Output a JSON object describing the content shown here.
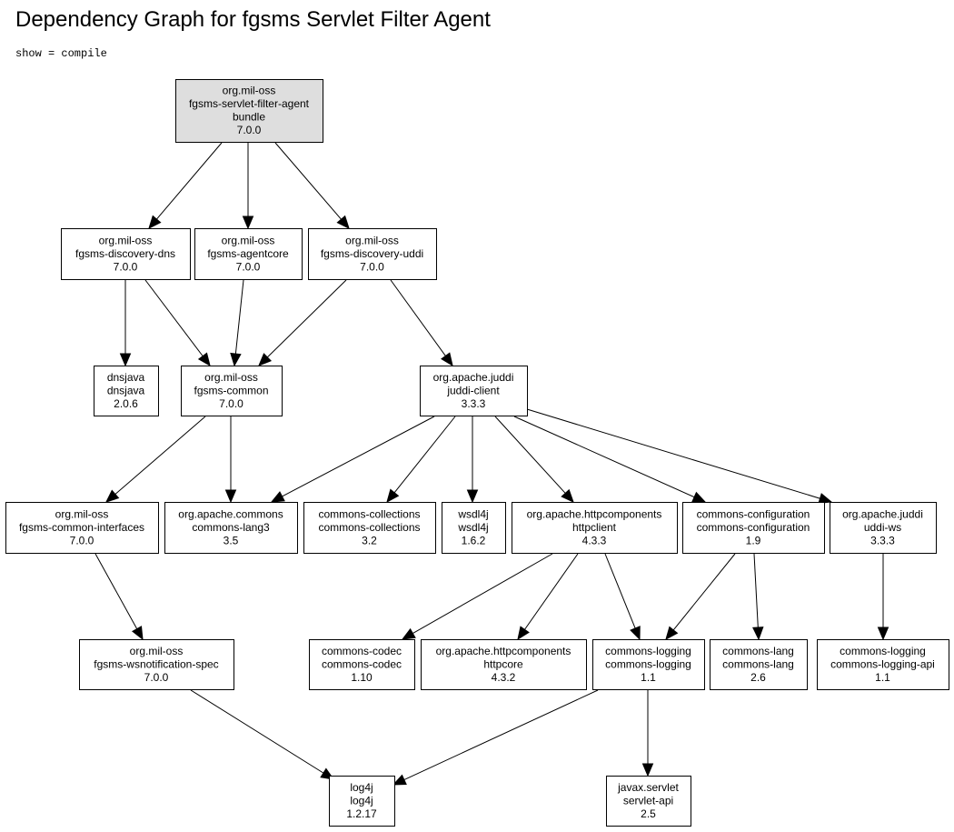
{
  "title": "Dependency Graph for fgsms Servlet Filter Agent",
  "subtitle": "show = compile",
  "nodes": [
    {
      "id": "agent",
      "lines": [
        "org.mil-oss",
        "fgsms-servlet-filter-agent",
        "bundle",
        "7.0.0"
      ],
      "root": true
    },
    {
      "id": "dns",
      "lines": [
        "org.mil-oss",
        "fgsms-discovery-dns",
        "7.0.0"
      ]
    },
    {
      "id": "agentcore",
      "lines": [
        "org.mil-oss",
        "fgsms-agentcore",
        "7.0.0"
      ]
    },
    {
      "id": "uddi",
      "lines": [
        "org.mil-oss",
        "fgsms-discovery-uddi",
        "7.0.0"
      ]
    },
    {
      "id": "dnsjava",
      "lines": [
        "dnsjava",
        "dnsjava",
        "2.0.6"
      ]
    },
    {
      "id": "common",
      "lines": [
        "org.mil-oss",
        "fgsms-common",
        "7.0.0"
      ]
    },
    {
      "id": "juddiclient",
      "lines": [
        "org.apache.juddi",
        "juddi-client",
        "3.3.3"
      ]
    },
    {
      "id": "commoninterfaces",
      "lines": [
        "org.mil-oss",
        "fgsms-common-interfaces",
        "7.0.0"
      ]
    },
    {
      "id": "lang3",
      "lines": [
        "org.apache.commons",
        "commons-lang3",
        "3.5"
      ]
    },
    {
      "id": "collections",
      "lines": [
        "commons-collections",
        "commons-collections",
        "3.2"
      ]
    },
    {
      "id": "wsdl4j",
      "lines": [
        "wsdl4j",
        "wsdl4j",
        "1.6.2"
      ]
    },
    {
      "id": "httpclient",
      "lines": [
        "org.apache.httpcomponents",
        "httpclient",
        "4.3.3"
      ]
    },
    {
      "id": "configuration",
      "lines": [
        "commons-configuration",
        "commons-configuration",
        "1.9"
      ]
    },
    {
      "id": "uddiws",
      "lines": [
        "org.apache.juddi",
        "uddi-ws",
        "3.3.3"
      ]
    },
    {
      "id": "wsnotif",
      "lines": [
        "org.mil-oss",
        "fgsms-wsnotification-spec",
        "7.0.0"
      ]
    },
    {
      "id": "codec",
      "lines": [
        "commons-codec",
        "commons-codec",
        "1.10"
      ]
    },
    {
      "id": "httpcore",
      "lines": [
        "org.apache.httpcomponents",
        "httpcore",
        "4.3.2"
      ]
    },
    {
      "id": "logging",
      "lines": [
        "commons-logging",
        "commons-logging",
        "1.1"
      ]
    },
    {
      "id": "lang",
      "lines": [
        "commons-lang",
        "commons-lang",
        "2.6"
      ]
    },
    {
      "id": "loggingapi",
      "lines": [
        "commons-logging",
        "commons-logging-api",
        "1.1"
      ]
    },
    {
      "id": "log4j",
      "lines": [
        "log4j",
        "log4j",
        "1.2.17"
      ]
    },
    {
      "id": "servletapi",
      "lines": [
        "javax.servlet",
        "servlet-api",
        "2.5"
      ]
    }
  ],
  "edges": [
    {
      "from": "agent",
      "to": "dns"
    },
    {
      "from": "agent",
      "to": "agentcore"
    },
    {
      "from": "agent",
      "to": "uddi"
    },
    {
      "from": "dns",
      "to": "dnsjava"
    },
    {
      "from": "dns",
      "to": "common"
    },
    {
      "from": "agentcore",
      "to": "common"
    },
    {
      "from": "uddi",
      "to": "common"
    },
    {
      "from": "uddi",
      "to": "juddiclient"
    },
    {
      "from": "common",
      "to": "commoninterfaces"
    },
    {
      "from": "common",
      "to": "lang3"
    },
    {
      "from": "juddiclient",
      "to": "lang3"
    },
    {
      "from": "juddiclient",
      "to": "collections"
    },
    {
      "from": "juddiclient",
      "to": "wsdl4j"
    },
    {
      "from": "juddiclient",
      "to": "httpclient"
    },
    {
      "from": "juddiclient",
      "to": "configuration"
    },
    {
      "from": "juddiclient",
      "to": "uddiws"
    },
    {
      "from": "commoninterfaces",
      "to": "wsnotif"
    },
    {
      "from": "httpclient",
      "to": "codec"
    },
    {
      "from": "httpclient",
      "to": "httpcore"
    },
    {
      "from": "httpclient",
      "to": "logging"
    },
    {
      "from": "configuration",
      "to": "logging"
    },
    {
      "from": "configuration",
      "to": "lang"
    },
    {
      "from": "uddiws",
      "to": "loggingapi"
    },
    {
      "from": "wsnotif",
      "to": "log4j"
    },
    {
      "from": "logging",
      "to": "log4j"
    },
    {
      "from": "logging",
      "to": "servletapi"
    }
  ]
}
